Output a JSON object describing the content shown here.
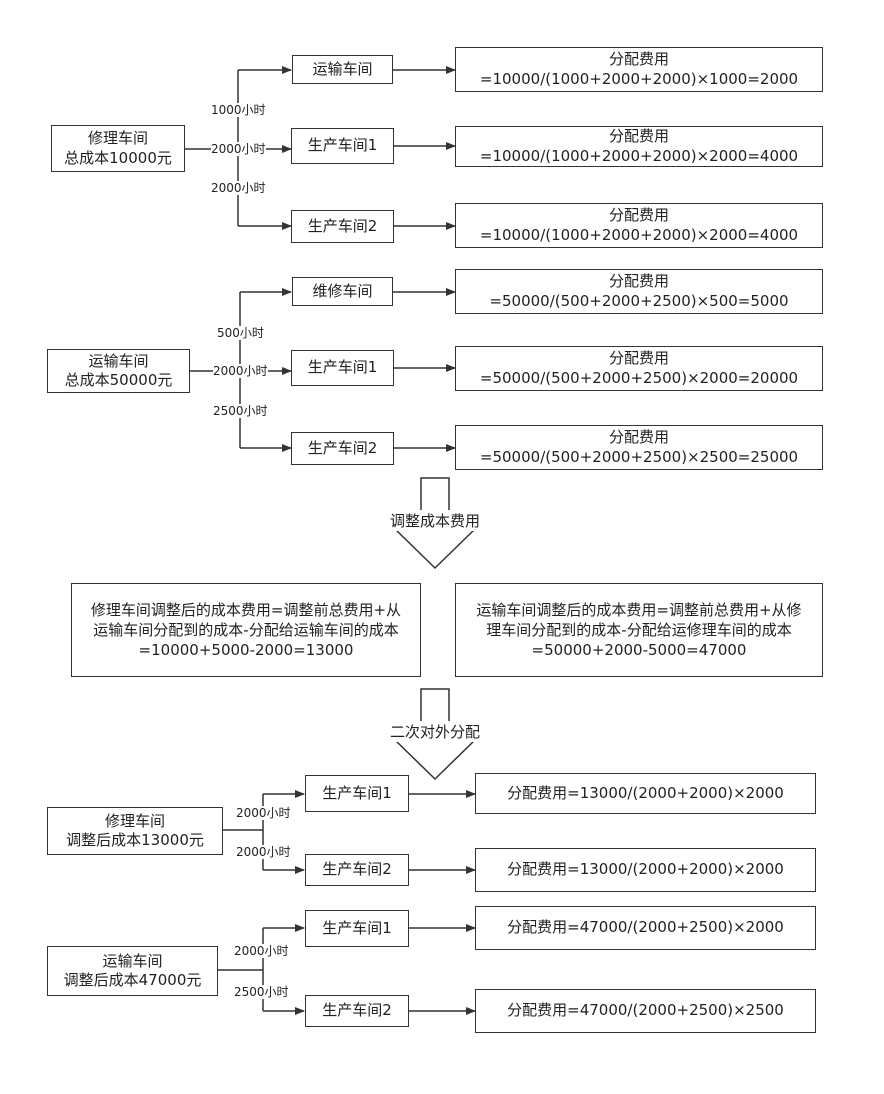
{
  "section1": {
    "source_lines": [
      "修理车间",
      "总成本10000元"
    ],
    "targets": [
      "运输车间",
      "生产车间1",
      "生产车间2"
    ],
    "hours": [
      "1000小时",
      "2000小时",
      "2000小时"
    ],
    "results": [
      [
        "分配费用",
        "=10000/(1000+2000+2000)×1000=2000"
      ],
      [
        "分配费用",
        "=10000/(1000+2000+2000)×2000=4000"
      ],
      [
        "分配费用",
        "=10000/(1000+2000+2000)×2000=4000"
      ]
    ]
  },
  "section2": {
    "source_lines": [
      "运输车间",
      "总成本50000元"
    ],
    "targets": [
      "维修车间",
      "生产车间1",
      "生产车间2"
    ],
    "hours": [
      "500小时",
      "2000小时",
      "2500小时"
    ],
    "results": [
      [
        "分配费用",
        "=50000/(500+2000+2500)×500=5000"
      ],
      [
        "分配费用",
        "=50000/(500+2000+2500)×2000=20000"
      ],
      [
        "分配费用",
        "=50000/(500+2000+2500)×2500=25000"
      ]
    ]
  },
  "arrow1_label": "调整成本费用",
  "adjust_notes": {
    "left": [
      "修理车间调整后的成本费用=调整前总费用+从",
      "运输车间分配到的成本-分配给运输车间的成本",
      "=10000+5000-2000=13000"
    ],
    "right": [
      "运输车间调整后的成本费用=调整前总费用+从修",
      "理车间分配到的成本-分配给运修理车间的成本",
      "=50000+2000-5000=47000"
    ]
  },
  "arrow2_label": "二次对外分配",
  "section3": {
    "source_lines": [
      "修理车间",
      "调整后成本13000元"
    ],
    "targets": [
      "生产车间1",
      "生产车间2"
    ],
    "hours": [
      "2000小时",
      "2000小时"
    ],
    "results": [
      "分配费用=13000/(2000+2000)×2000",
      "分配费用=13000/(2000+2000)×2000"
    ]
  },
  "section4": {
    "source_lines": [
      "运输车间",
      "调整后成本47000元"
    ],
    "targets": [
      "生产车间1",
      "生产车间2"
    ],
    "hours": [
      "2000小时",
      "2500小时"
    ],
    "results": [
      "分配费用=47000/(2000+2500)×2000",
      "分配费用=47000/(2000+2500)×2500"
    ]
  },
  "colors": {
    "line": "#333333",
    "text": "#222222",
    "background": "#ffffff"
  }
}
